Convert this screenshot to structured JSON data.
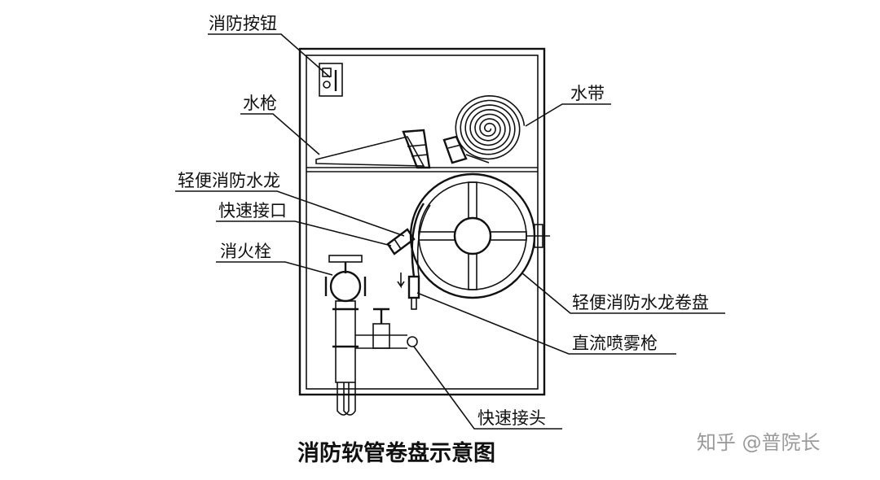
{
  "labels": {
    "fire_button": "消防按钮",
    "nozzle": "水枪",
    "hose": "水带",
    "light_hose": "轻便消防水龙",
    "quick_interface": "快速接口",
    "hydrant": "消火栓",
    "hose_reel": "轻便消防水龙卷盘",
    "spray_gun": "直流喷雾枪",
    "quick_coupling": "快速接头"
  },
  "title": "消防软管卷盘示意图",
  "watermark": "知乎 @普院长"
}
